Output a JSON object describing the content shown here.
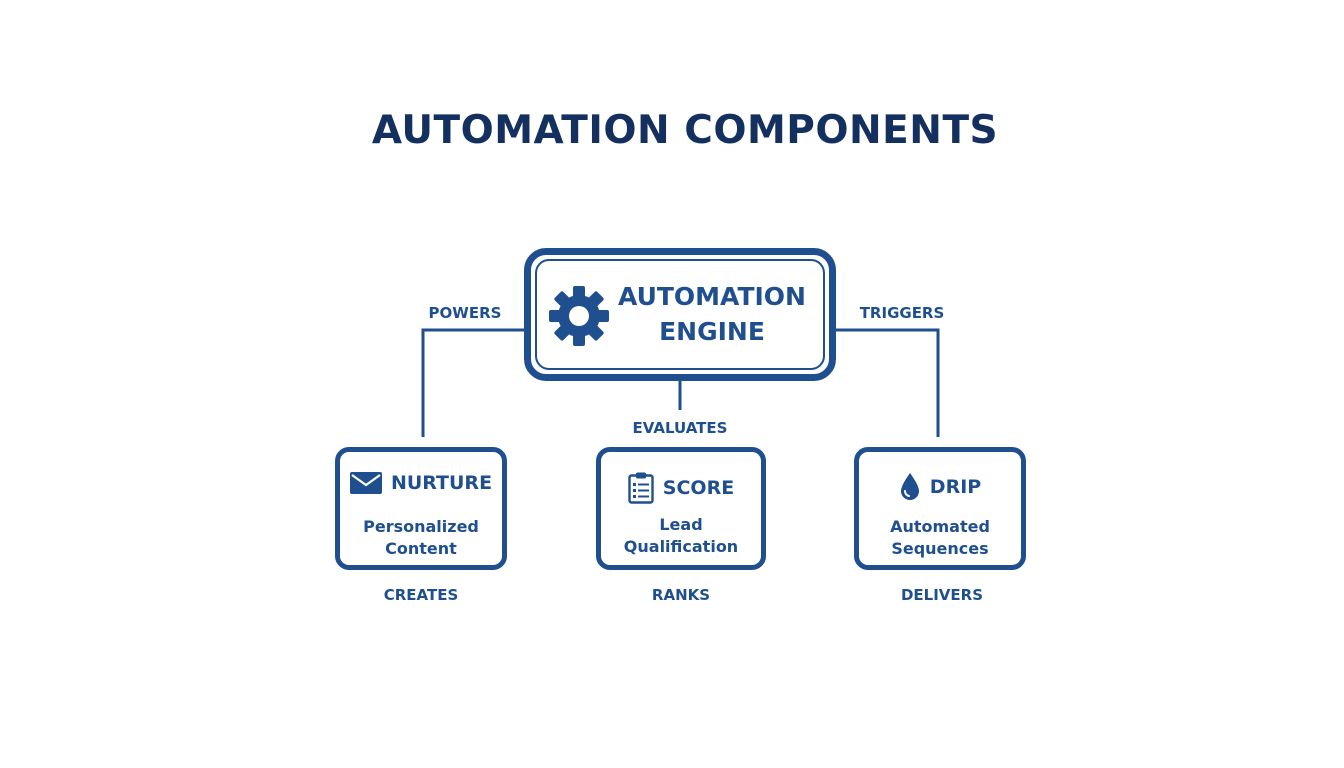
{
  "title": "AUTOMATION COMPONENTS",
  "engine": {
    "line1": "AUTOMATION",
    "line2": "ENGINE",
    "icon": "gear-icon"
  },
  "connectors": {
    "left": "POWERS",
    "center": "EVALUATES",
    "right": "TRIGGERS"
  },
  "cards": [
    {
      "heading": "NURTURE",
      "line1": "Personalized",
      "line2": "Content",
      "caption": "CREATES",
      "icon": "envelope-icon"
    },
    {
      "heading": "SCORE",
      "line1": "Lead",
      "line2": "Qualification",
      "caption": "RANKS",
      "icon": "clipboard-list-icon"
    },
    {
      "heading": "DRIP",
      "line1": "Automated",
      "line2": "Sequences",
      "caption": "DELIVERS",
      "icon": "droplet-icon"
    }
  ],
  "colors": {
    "primary": "#1f4f8f",
    "title": "#14305f",
    "background": "#ffffff"
  }
}
